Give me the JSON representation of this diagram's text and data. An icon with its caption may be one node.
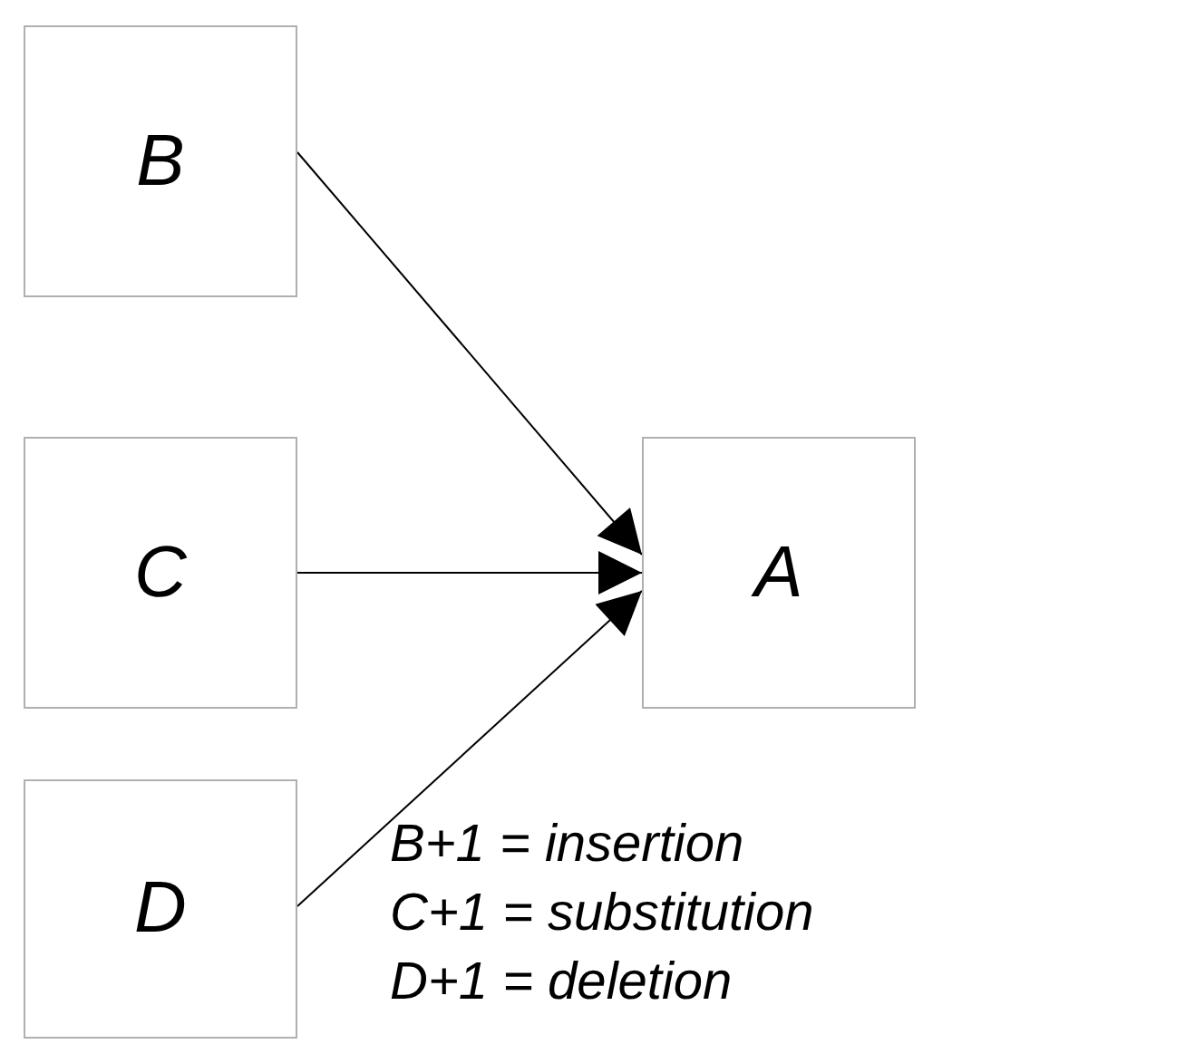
{
  "diagram": {
    "nodes": [
      {
        "text": [
          "B"
        ]
      },
      {
        "text": [
          "C"
        ]
      },
      {
        "text": [
          "D"
        ]
      },
      {
        "text": [
          "A"
        ]
      }
    ],
    "edges": [
      {
        "from": 0,
        "to": 3,
        "arrow": "to"
      },
      {
        "from": 1,
        "to": 3,
        "arrow": "to"
      },
      {
        "from": 2,
        "to": 3,
        "arrow": "to"
      }
    ],
    "labels": [
      "B+1 = insertion",
      "C+1 = substitution",
      "D+1 = deletion"
    ]
  }
}
